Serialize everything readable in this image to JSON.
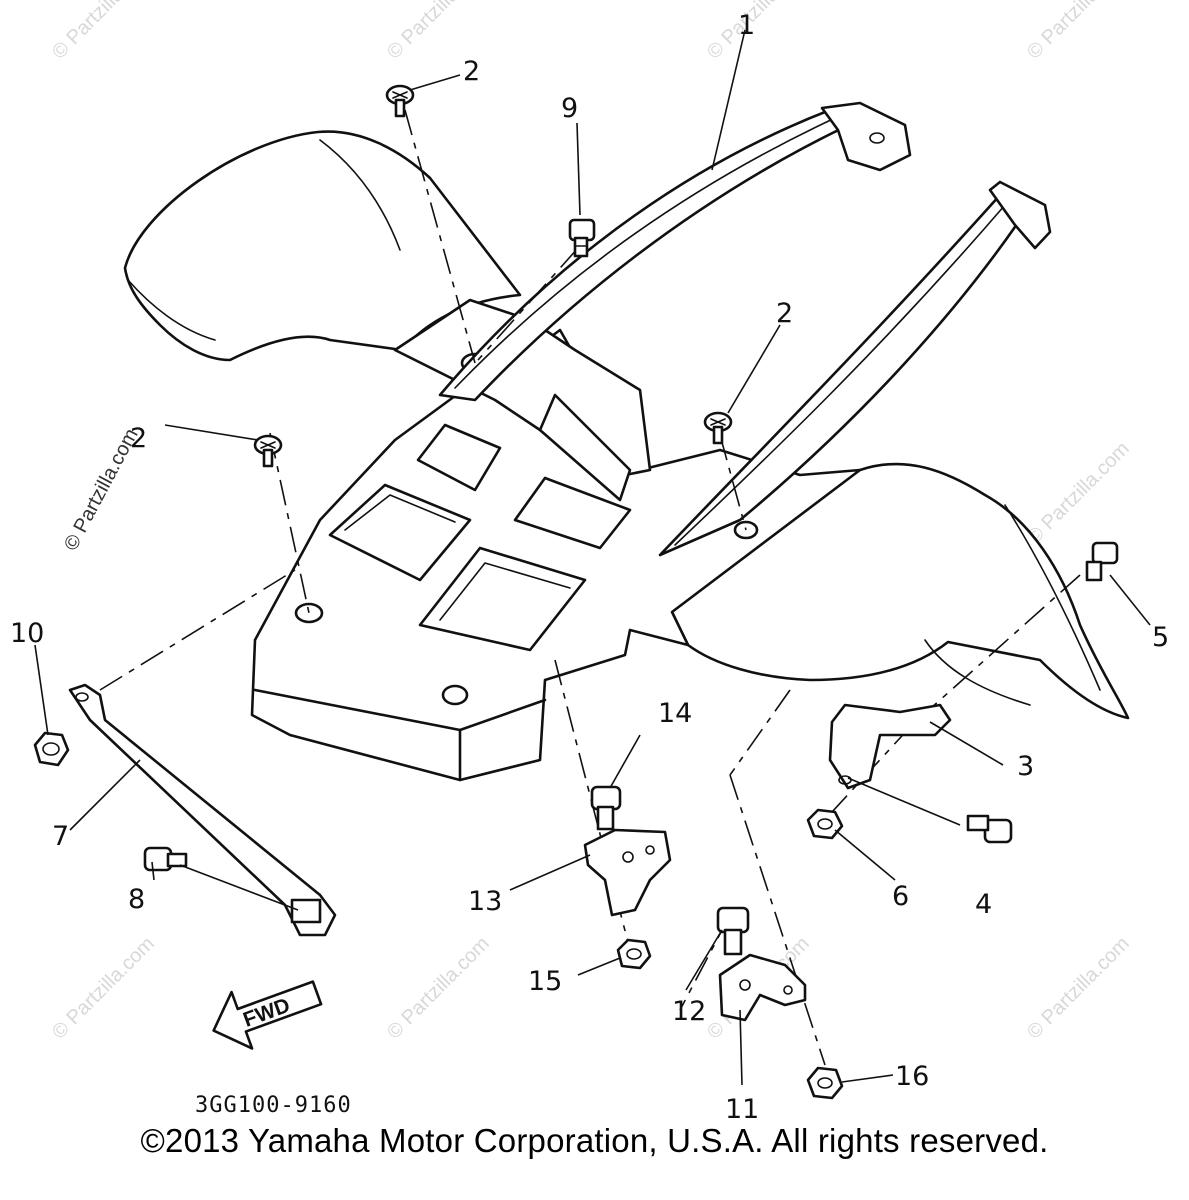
{
  "diagram": {
    "part_code": "3GG100-9160",
    "direction_label": "FWD",
    "callouts": [
      {
        "id": "c1",
        "label": "1"
      },
      {
        "id": "c2a",
        "label": "2"
      },
      {
        "id": "c2b",
        "label": "2"
      },
      {
        "id": "c2c",
        "label": "2"
      },
      {
        "id": "c3",
        "label": "3"
      },
      {
        "id": "c4",
        "label": "4"
      },
      {
        "id": "c5",
        "label": "5"
      },
      {
        "id": "c6",
        "label": "6"
      },
      {
        "id": "c7",
        "label": "7"
      },
      {
        "id": "c8",
        "label": "8"
      },
      {
        "id": "c9",
        "label": "9"
      },
      {
        "id": "c10",
        "label": "10"
      },
      {
        "id": "c11",
        "label": "11"
      },
      {
        "id": "c12",
        "label": "12"
      },
      {
        "id": "c13",
        "label": "13"
      },
      {
        "id": "c14",
        "label": "14"
      },
      {
        "id": "c15",
        "label": "15"
      },
      {
        "id": "c16",
        "label": "16"
      }
    ]
  },
  "watermark": "© Partzilla.com",
  "footer": {
    "copyright": "©2013 Yamaha Motor Corporation, U.S.A. All rights reserved."
  }
}
